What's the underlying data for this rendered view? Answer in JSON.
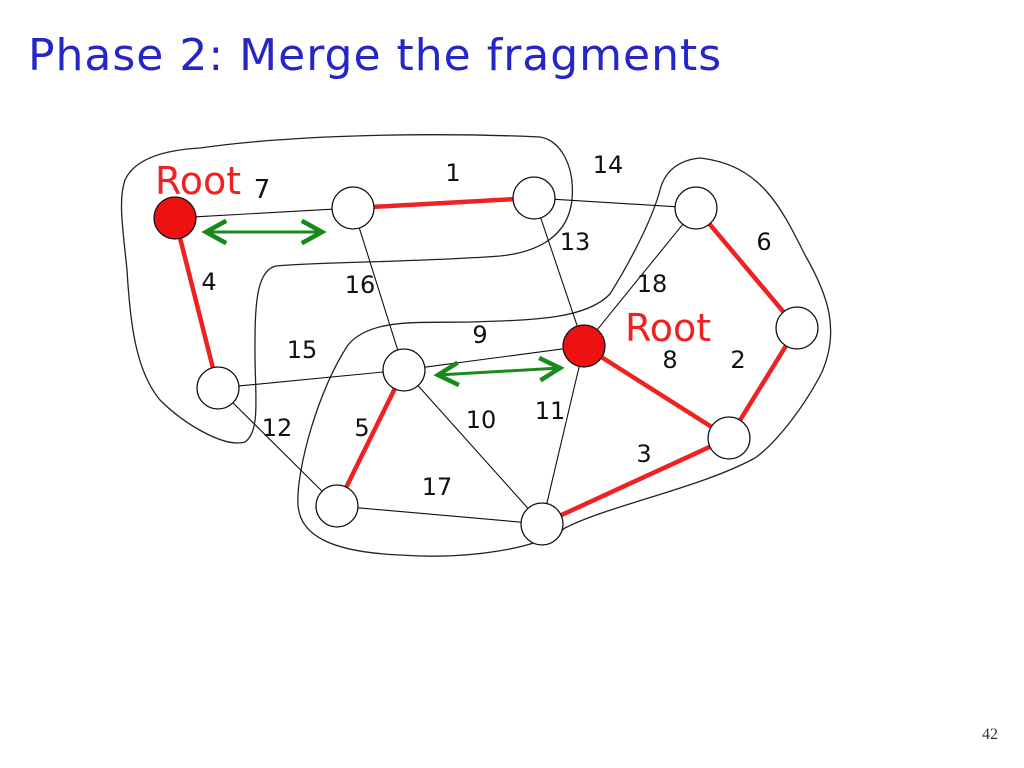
{
  "slide": {
    "title": "Phase 2: Merge the fragments",
    "page_number": "42"
  },
  "colors": {
    "title": "#2626c8",
    "tree_edge": "#ee2222",
    "root_node": "#ee1111",
    "merge_arrow": "#1a8a1a",
    "root_label": "#ee2222"
  },
  "roots": [
    {
      "node": "A",
      "label": "Root"
    },
    {
      "node": "R",
      "label": "Root"
    }
  ],
  "nodes": [
    "A",
    "B",
    "C",
    "D",
    "E",
    "F",
    "G",
    "H",
    "R",
    "I",
    "J",
    "K"
  ],
  "edges": [
    {
      "from": "A",
      "to": "B",
      "weight": "7",
      "tree": false
    },
    {
      "from": "B",
      "to": "C",
      "weight": "1",
      "tree": true
    },
    {
      "from": "C",
      "to": "D",
      "weight": "14",
      "tree": false
    },
    {
      "from": "D",
      "to": "E",
      "weight": "6",
      "tree": true
    },
    {
      "from": "C",
      "to": "R",
      "weight": "13",
      "tree": false
    },
    {
      "from": "D",
      "to": "R",
      "weight": "18",
      "tree": false
    },
    {
      "from": "A",
      "to": "F",
      "weight": "4",
      "tree": true
    },
    {
      "from": "B",
      "to": "H",
      "weight": "16",
      "tree": false
    },
    {
      "from": "F",
      "to": "H",
      "weight": "15",
      "tree": false
    },
    {
      "from": "H",
      "to": "R",
      "weight": "9",
      "tree": false
    },
    {
      "from": "R",
      "to": "I",
      "weight": "8",
      "tree": true
    },
    {
      "from": "E",
      "to": "I",
      "weight": "2",
      "tree": true
    },
    {
      "from": "F",
      "to": "G",
      "weight": "12",
      "tree": false
    },
    {
      "from": "H",
      "to": "G",
      "weight": "5",
      "tree": true
    },
    {
      "from": "H",
      "to": "J",
      "weight": "10",
      "tree": false
    },
    {
      "from": "R",
      "to": "J",
      "weight": "11",
      "tree": false
    },
    {
      "from": "J",
      "to": "I",
      "weight": "3",
      "tree": true
    },
    {
      "from": "G",
      "to": "J",
      "weight": "17",
      "tree": false
    }
  ],
  "merge_arrows": [
    {
      "between": [
        "A",
        "B"
      ],
      "edge_weight": "7"
    },
    {
      "between": [
        "H",
        "R"
      ],
      "edge_weight": "9"
    }
  ]
}
